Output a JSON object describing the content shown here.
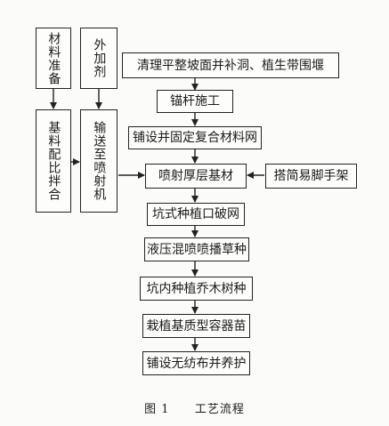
{
  "left_column": {
    "top": "材料准备",
    "bottom": "基料配比拌合"
  },
  "mid_column": {
    "top": "外加剂",
    "bottom": "输送至喷射机"
  },
  "main_steps": [
    "清理平整坡面并补洞、植生带围堰",
    "锚杆施工",
    "铺设并固定复合材料网",
    "喷射厚层基材",
    "坑式种植口破网",
    "液压混喷喷播草种",
    "坑内种植乔木树种",
    "栽植基质型容器苗",
    "铺设无纺布并养护"
  ],
  "side_step": "搭简易脚手架",
  "caption": {
    "number": "图 1",
    "title": "工艺流程"
  }
}
